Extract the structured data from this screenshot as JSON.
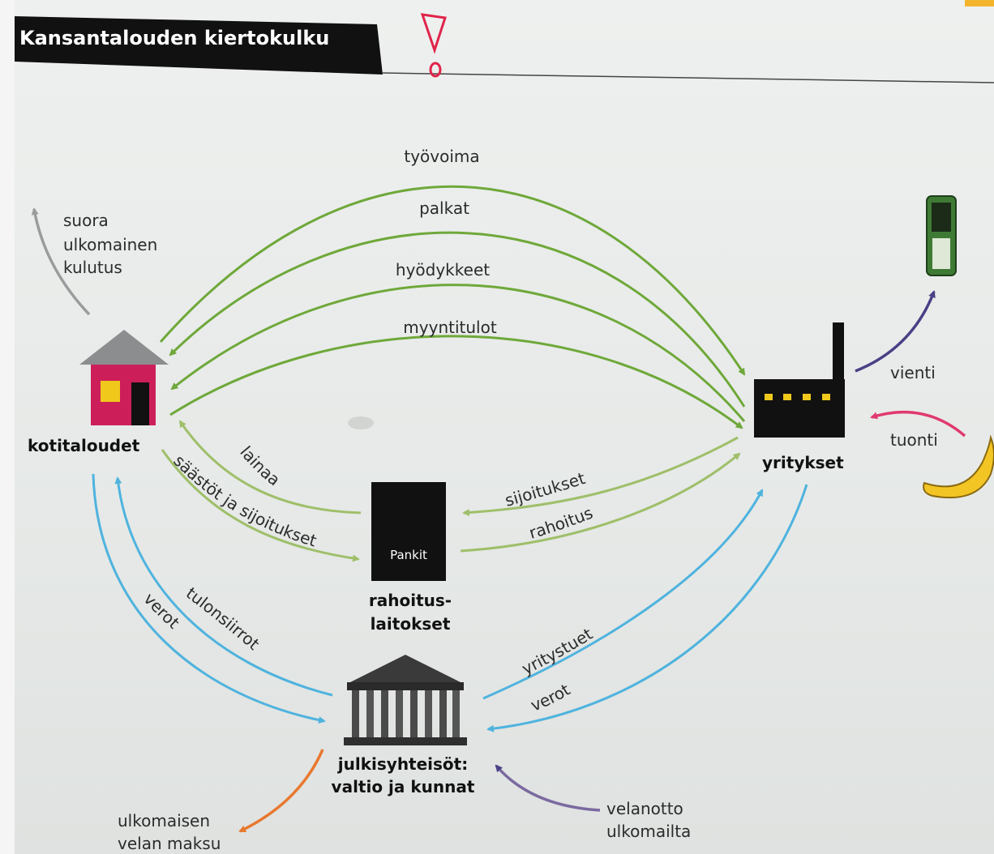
{
  "title": "Kansantalouden kiertokulku",
  "nodes": {
    "households": "kotitaloudet",
    "firms": "yritykset",
    "bank_building": "Pankit",
    "financial_line1": "rahoitus-",
    "financial_line2": "laitokset",
    "public_line1": "julkisyhteisöt:",
    "public_line2": "valtio ja kunnat"
  },
  "flows": {
    "labor": "työvoima",
    "wages": "palkat",
    "goods": "hyödykkeet",
    "sales": "myyntitulot",
    "loans": "lainaa",
    "savings": "säästöt ja sijoitukset",
    "investments": "sijoitukset",
    "financing": "rahoitus",
    "transfers": "tulonsiirrot",
    "taxes_household": "verot",
    "subsidies": "yritystuet",
    "taxes_firm": "verot",
    "exports": "vienti",
    "imports": "tuonti",
    "direct_line1": "suora",
    "direct_line2": "ulkomainen",
    "direct_line3": "kulutus",
    "debt_line1": "ulkomaisen",
    "debt_line2": "velan maksu",
    "borrow_line1": "velanotto",
    "borrow_line2": "ulkomailta"
  },
  "colors": {
    "green": "#6fa83a",
    "light_green": "#9fbf6a",
    "blue": "#4fb3de",
    "gray": "#9a9b9d",
    "purple": "#4b3f86",
    "pink": "#e03a6e",
    "orange": "#e8782f",
    "house": "#cc1f5a"
  },
  "icons": [
    "house-icon",
    "factory-icon",
    "bank-icon",
    "parthenon-icon",
    "mobile-phone-icon",
    "banana-icon"
  ]
}
